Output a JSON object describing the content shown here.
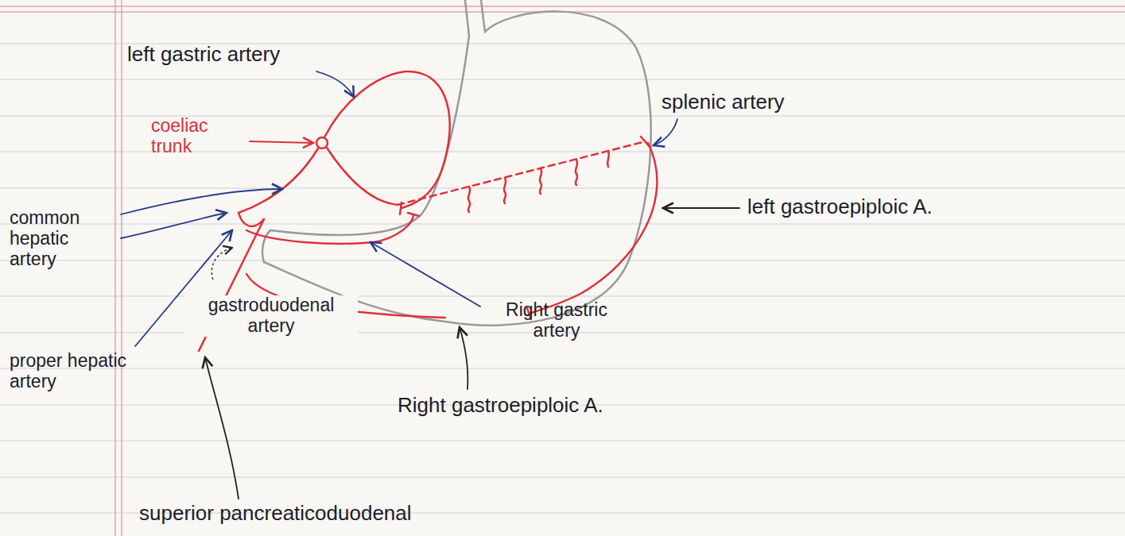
{
  "diagram": {
    "labels": [
      "left gastric artery",
      "coeliac trunk",
      "splenic artery",
      "common hepatic artery",
      "left gastroepiploic A.",
      "gastroduodenal artery",
      "Right gastric artery",
      "proper hepatic artery",
      "Right gastroepiploic A.",
      "superior pancreaticoduodenal"
    ]
  }
}
